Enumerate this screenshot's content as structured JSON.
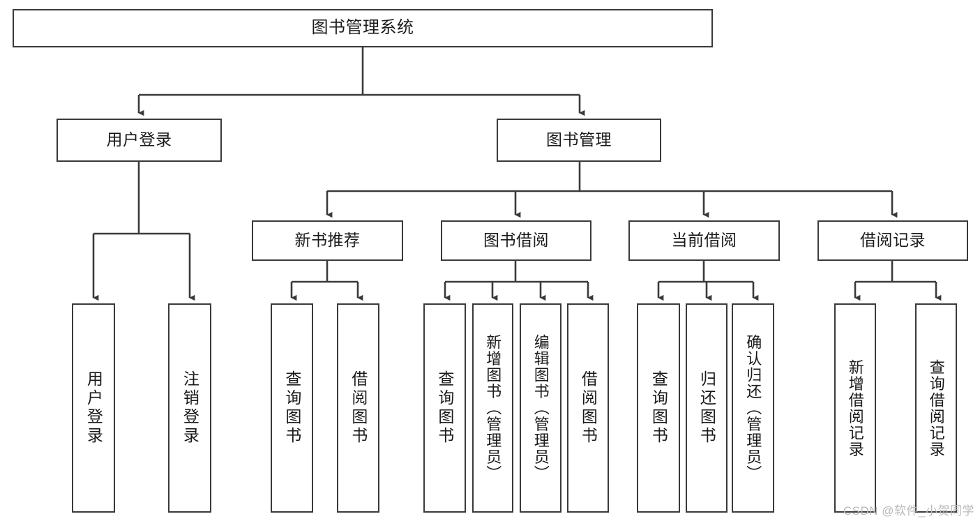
{
  "diagram": {
    "title": "图书管理系统",
    "watermark": "CSDN @软件_小贺同学",
    "line_color": "#3a3a3a",
    "box_fill": "#ffffff",
    "text_color": "#1a1a1a",
    "watermark_color": "#b9b9b9"
  },
  "nodes": {
    "root": {
      "label": "图书管理系统"
    },
    "level2": [
      {
        "label": "用户登录"
      },
      {
        "label": "图书管理"
      }
    ],
    "level3": [
      {
        "label": "新书推荐"
      },
      {
        "label": "图书借阅"
      },
      {
        "label": "当前借阅"
      },
      {
        "label": "借阅记录"
      }
    ],
    "leaves": {
      "user_login": [
        {
          "label": "用户登录"
        },
        {
          "label": "注销登录"
        }
      ],
      "new_book": [
        {
          "label": "查询图书"
        },
        {
          "label": "借阅图书"
        }
      ],
      "book_borrow": [
        {
          "label": "查询图书"
        },
        {
          "label": "新增图书（管理员）"
        },
        {
          "label": "编辑图书（管理员）"
        },
        {
          "label": "借阅图书"
        }
      ],
      "current_borrow": [
        {
          "label": "查询图书"
        },
        {
          "label": "归还图书"
        },
        {
          "label": "确认归还（管理员）"
        }
      ],
      "borrow_record": [
        {
          "label": "新增借阅记录"
        },
        {
          "label": "查询借阅记录"
        }
      ]
    }
  }
}
